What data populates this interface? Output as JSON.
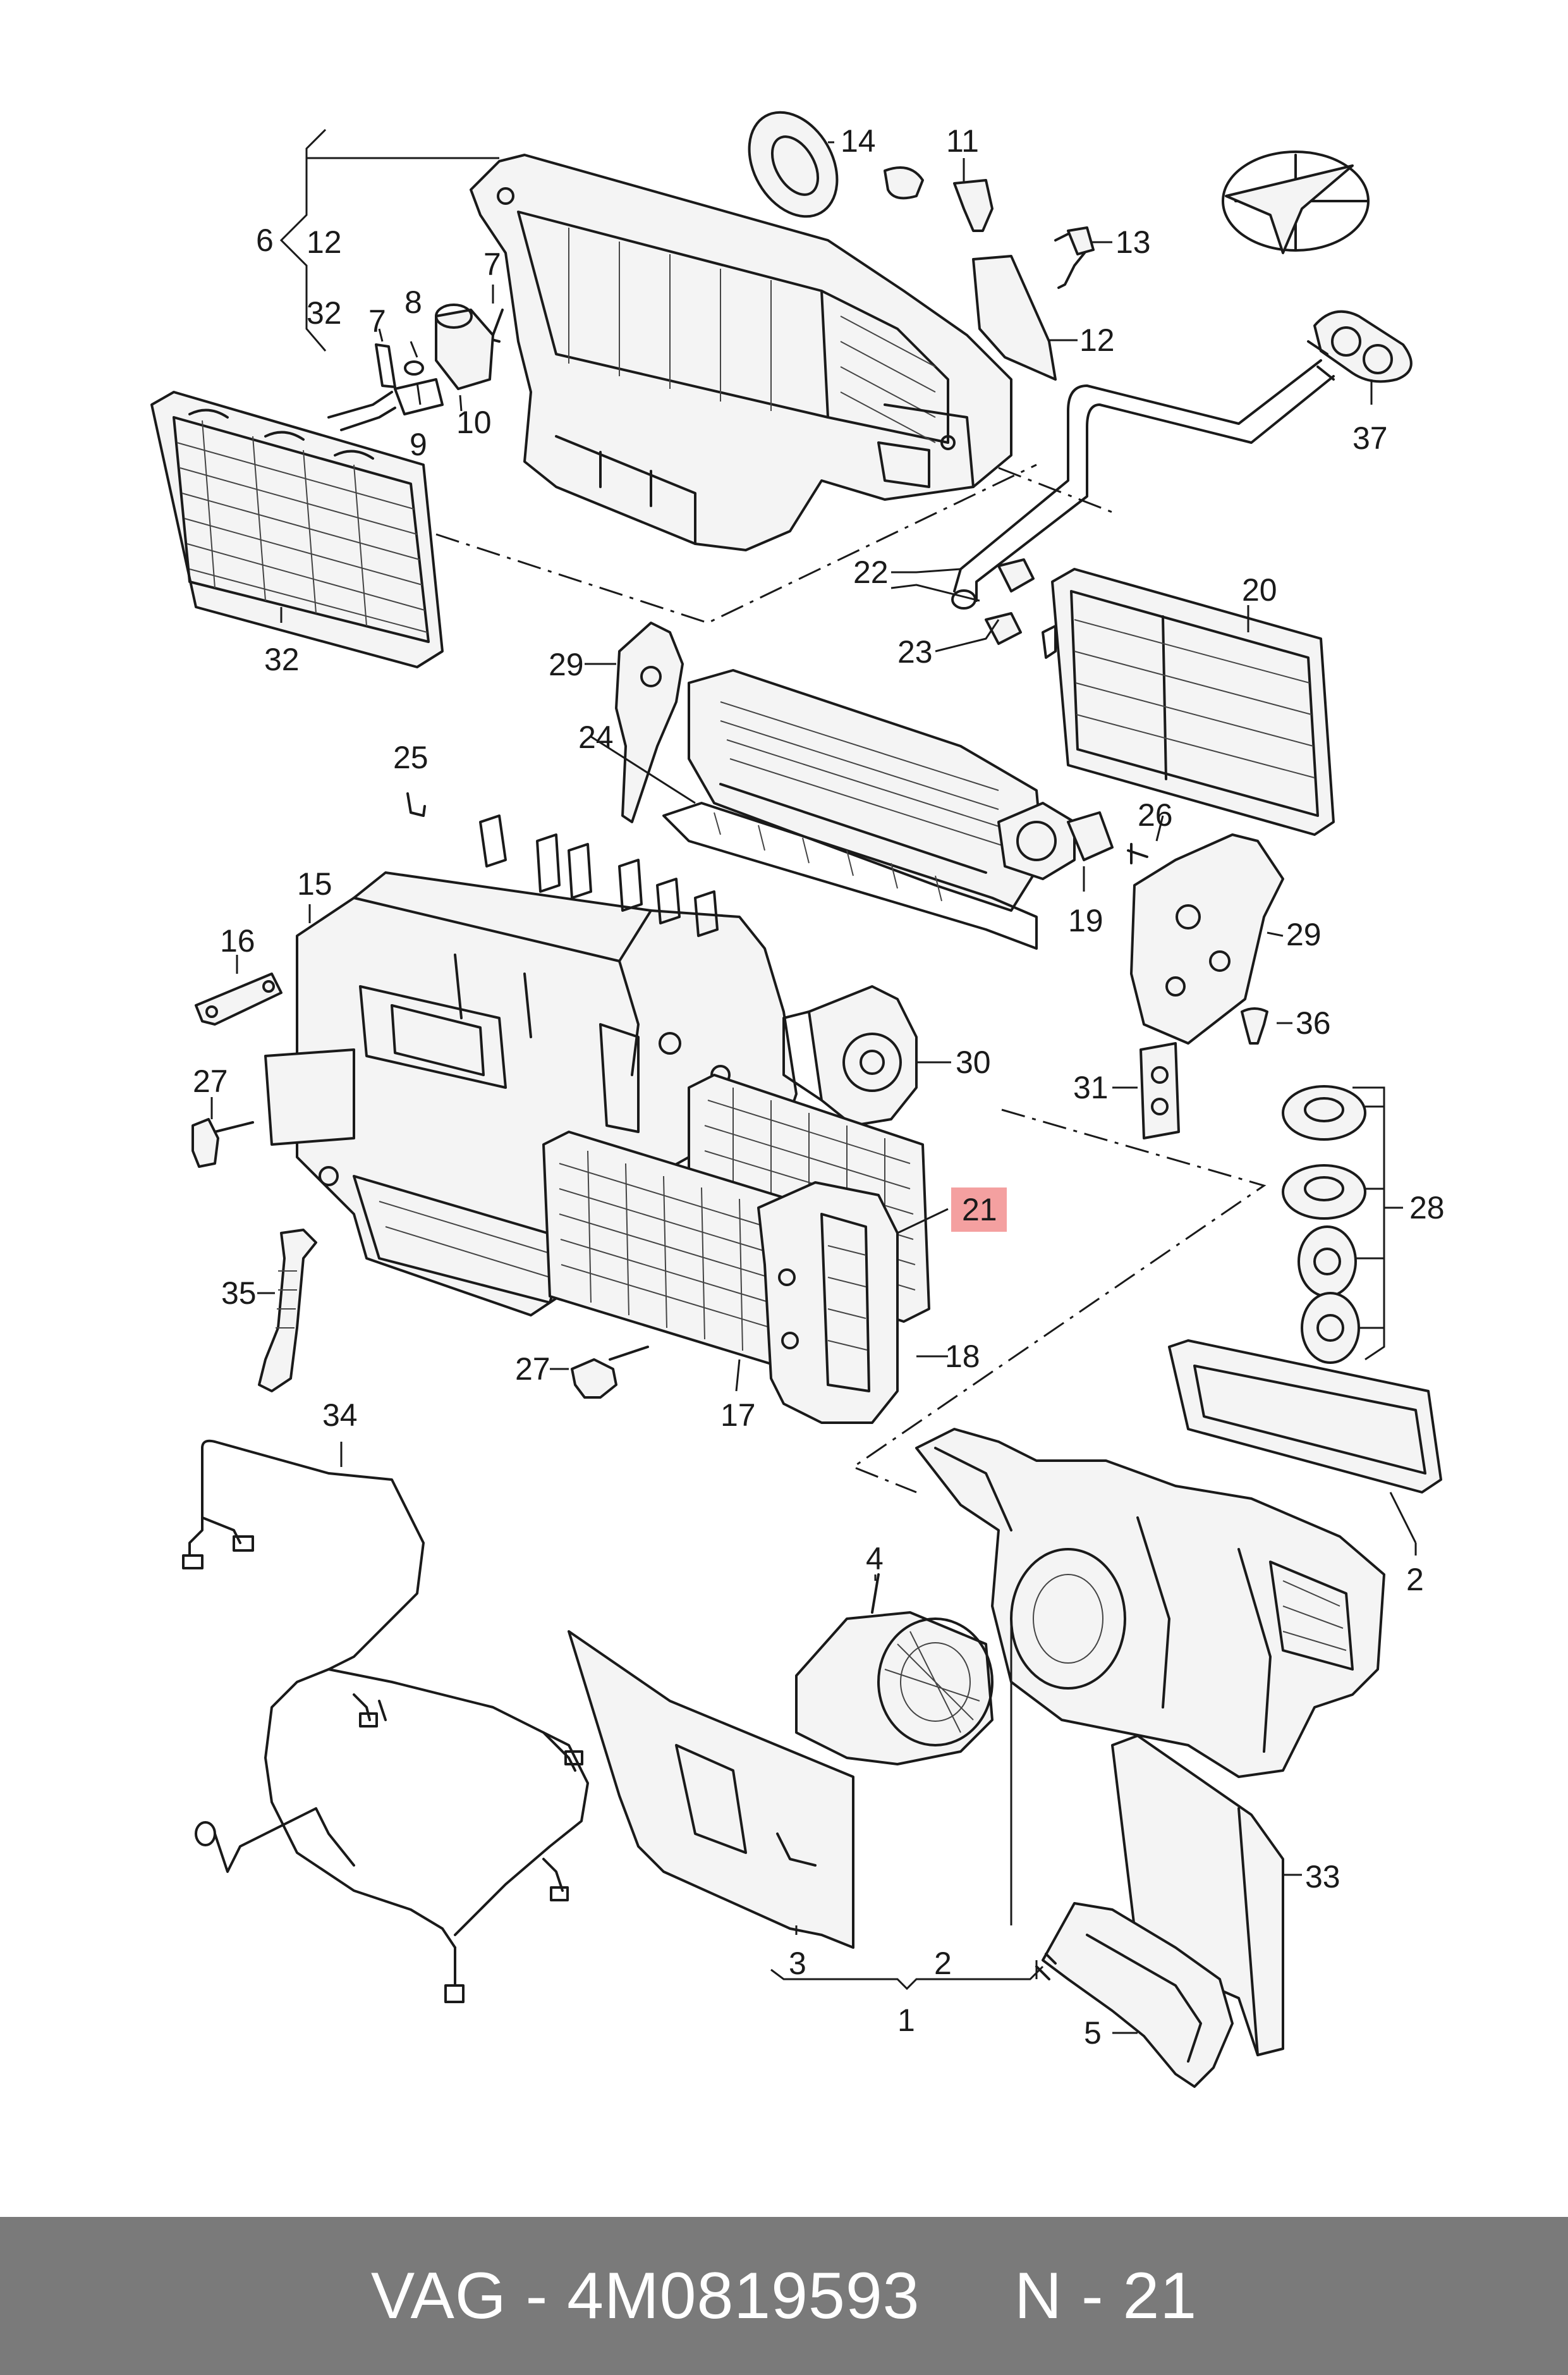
{
  "diagram": {
    "labels": {
      "l1": "1",
      "l2a": "2",
      "l2b": "2",
      "l3": "3",
      "l4": "4",
      "l5": "5",
      "l6": "6",
      "l7a": "7",
      "l7b": "7",
      "l8": "8",
      "l9": "9",
      "l10": "10",
      "l11": "11",
      "l12a": "12",
      "l12b": "12",
      "l13": "13",
      "l14": "14",
      "l15": "15",
      "l16": "16",
      "l17": "17",
      "l18": "18",
      "l19": "19",
      "l20": "20",
      "l21": "21",
      "l22": "22",
      "l23": "23",
      "l24": "24",
      "l25": "25",
      "l26": "26",
      "l27a": "27",
      "l27b": "27",
      "l28": "28",
      "l29a": "29",
      "l29b": "29",
      "l30": "30",
      "l31": "31",
      "l32a": "32",
      "l32b": "32",
      "l33": "33",
      "l34": "34",
      "l35": "35",
      "l36": "36",
      "l37": "37"
    },
    "highlight_color": "#f4a0a0",
    "highlighted_part": "21"
  },
  "footer": {
    "text": "VAG - 4M0819593     N - 21",
    "background": "#7a7a7a"
  }
}
